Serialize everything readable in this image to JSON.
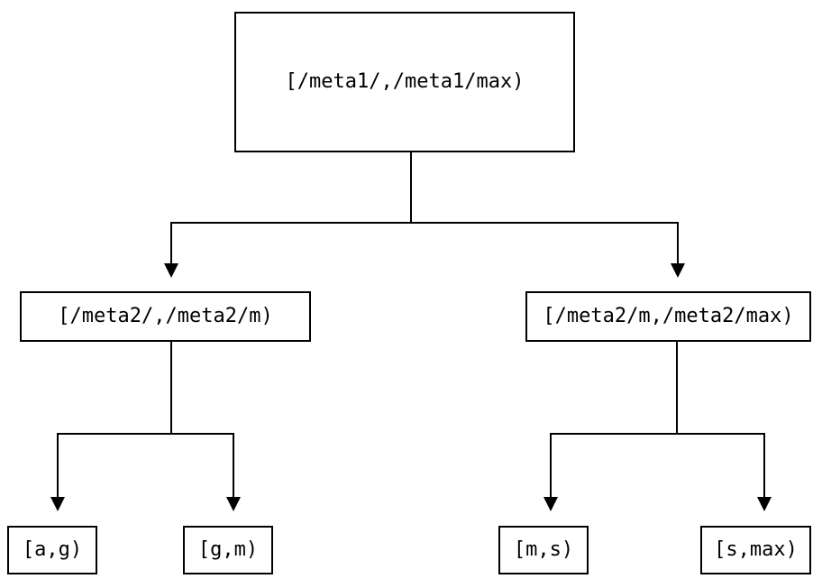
{
  "diagram": {
    "type": "tree",
    "background_color": "#ffffff",
    "line_color": "#000000",
    "box_border_color": "#000000",
    "text_color": "#000000",
    "nodes": {
      "root": {
        "label": "[/meta1/,/meta1/max)",
        "level": 0
      },
      "left": {
        "label": "[/meta2/,/meta2/m)",
        "level": 1
      },
      "right": {
        "label": "[/meta2/m,/meta2/max)",
        "level": 1
      },
      "leaf_ag": {
        "label": "[a,g)",
        "level": 2
      },
      "leaf_gm": {
        "label": "[g,m)",
        "level": 2
      },
      "leaf_ms": {
        "label": "[m,s)",
        "level": 2
      },
      "leaf_smax": {
        "label": "[s,max)",
        "level": 2
      }
    },
    "edges": [
      {
        "from": "root",
        "to": "left"
      },
      {
        "from": "root",
        "to": "right"
      },
      {
        "from": "left",
        "to": "leaf_ag"
      },
      {
        "from": "left",
        "to": "leaf_gm"
      },
      {
        "from": "right",
        "to": "leaf_ms"
      },
      {
        "from": "right",
        "to": "leaf_smax"
      }
    ]
  }
}
